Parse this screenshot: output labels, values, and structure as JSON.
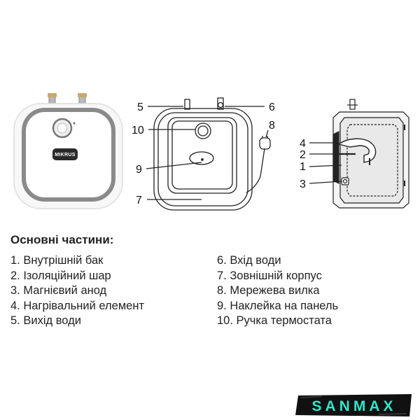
{
  "product": {
    "brand": "MIKRUS"
  },
  "callouts": {
    "front": [
      "5",
      "6",
      "10",
      "8",
      "9",
      "7"
    ],
    "side": [
      "4",
      "2",
      "1",
      "3"
    ]
  },
  "parts": {
    "title": "Основні частини:",
    "left": [
      "1. Внутрішній бак",
      "2. Ізоляційний шар",
      "3. Магнієвий анод",
      "4. Нагрівальний елемент",
      "5. Вихід води"
    ],
    "right": [
      "6. Вхід води",
      "7. Зовнішній корпус",
      "8. Мережева вилка",
      "9. Наклейка на панель",
      "10. Ручка термостата"
    ]
  },
  "watermark": {
    "text": "SANMAX"
  },
  "colors": {
    "logo_background": "#111111",
    "logo_text": "#2ee6c8",
    "line": "#222222",
    "body_rim": "#8a8a8a"
  }
}
